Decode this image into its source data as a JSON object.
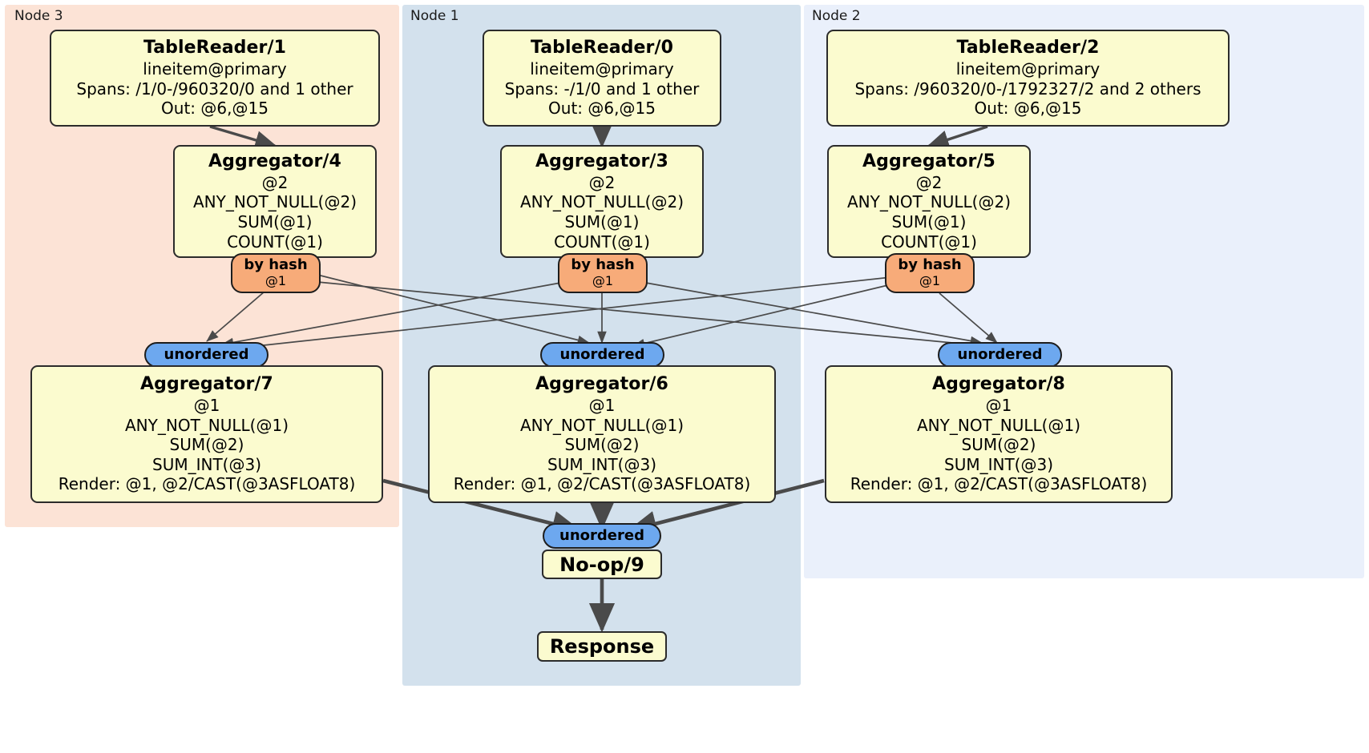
{
  "diagram": {
    "type": "distributed-query-plan",
    "panels": [
      {
        "id": "node3",
        "label": "Node 3",
        "color": "#fce3d6"
      },
      {
        "id": "node1",
        "label": "Node 1",
        "color": "#d3e1ed"
      },
      {
        "id": "node2",
        "label": "Node 2",
        "color": "#eaf0fb"
      }
    ],
    "readers": [
      {
        "id": "tr1",
        "title": "TableReader/1",
        "lines": [
          "lineitem@primary",
          "Spans: /1/0-/960320/0 and 1 other",
          "Out: @6,@15"
        ]
      },
      {
        "id": "tr0",
        "title": "TableReader/0",
        "lines": [
          "lineitem@primary",
          "Spans: -/1/0 and 1 other",
          "Out: @6,@15"
        ]
      },
      {
        "id": "tr2",
        "title": "TableReader/2",
        "lines": [
          "lineitem@primary",
          "Spans: /960320/0-/1792327/2 and 2 others",
          "Out: @6,@15"
        ]
      }
    ],
    "local_aggregators": [
      {
        "id": "agg4",
        "title": "Aggregator/4",
        "lines": [
          "@2",
          "ANY_NOT_NULL(@2)",
          "SUM(@1)",
          "COUNT(@1)"
        ]
      },
      {
        "id": "agg3",
        "title": "Aggregator/3",
        "lines": [
          "@2",
          "ANY_NOT_NULL(@2)",
          "SUM(@1)",
          "COUNT(@1)"
        ]
      },
      {
        "id": "agg5",
        "title": "Aggregator/5",
        "lines": [
          "@2",
          "ANY_NOT_NULL(@2)",
          "SUM(@1)",
          "COUNT(@1)"
        ]
      }
    ],
    "hash_routers": [
      {
        "id": "hash-left",
        "title": "by hash",
        "sub": "@1"
      },
      {
        "id": "hash-mid",
        "title": "by hash",
        "sub": "@1"
      },
      {
        "id": "hash-right",
        "title": "by hash",
        "sub": "@1"
      }
    ],
    "unordered_synchronizers": [
      {
        "id": "unordered-left",
        "label": "unordered"
      },
      {
        "id": "unordered-mid",
        "label": "unordered"
      },
      {
        "id": "unordered-right",
        "label": "unordered"
      },
      {
        "id": "unordered-final",
        "label": "unordered"
      }
    ],
    "final_aggregators": [
      {
        "id": "agg7",
        "title": "Aggregator/7",
        "lines": [
          "@1",
          "ANY_NOT_NULL(@1)",
          "SUM(@2)",
          "SUM_INT(@3)",
          "Render: @1, @2/CAST(@3ASFLOAT8)"
        ]
      },
      {
        "id": "agg6",
        "title": "Aggregator/6",
        "lines": [
          "@1",
          "ANY_NOT_NULL(@1)",
          "SUM(@2)",
          "SUM_INT(@3)",
          "Render: @1, @2/CAST(@3ASFLOAT8)"
        ]
      },
      {
        "id": "agg8",
        "title": "Aggregator/8",
        "lines": [
          "@1",
          "ANY_NOT_NULL(@1)",
          "SUM(@2)",
          "SUM_INT(@3)",
          "Render: @1, @2/CAST(@3ASFLOAT8)"
        ]
      }
    ],
    "terminals": [
      {
        "id": "noop9",
        "label": "No-op/9"
      },
      {
        "id": "response",
        "label": "Response"
      }
    ],
    "colors": {
      "node_fill": "#fbfbcf",
      "node_stroke": "#2b2b2b",
      "hash_fill": "#f7ab79",
      "unordered_fill": "#6da8ef",
      "panel_node3": "#fce3d6",
      "panel_node1": "#d3e1ed",
      "panel_node2": "#eaf0fb",
      "edge": "#4a4a4a"
    }
  }
}
